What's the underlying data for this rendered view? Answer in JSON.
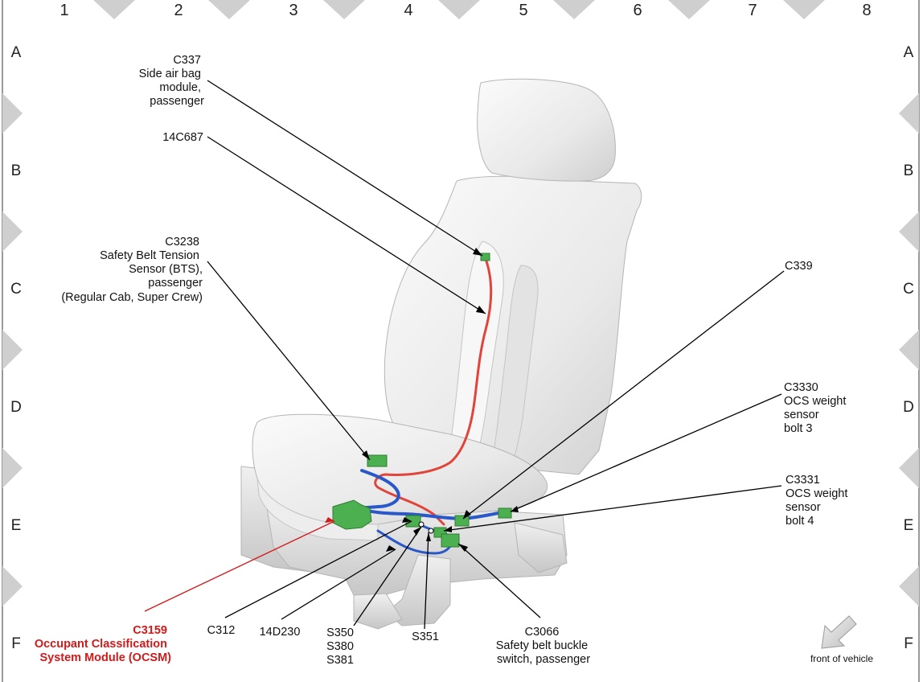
{
  "grid": {
    "columns": [
      "1",
      "2",
      "3",
      "4",
      "5",
      "6",
      "7",
      "8"
    ],
    "rows": [
      "A",
      "B",
      "C",
      "D",
      "E",
      "F"
    ]
  },
  "labels": {
    "c337": [
      "C337",
      "Side air bag",
      "module,",
      "passenger"
    ],
    "c14c687": [
      "14C687"
    ],
    "c3238": [
      "C3238",
      "Safety Belt Tension",
      "Sensor (BTS),",
      "passenger",
      "(Regular Cab, Super Crew)"
    ],
    "c339": [
      "C339"
    ],
    "c3330": [
      "C3330",
      "OCS weight",
      "sensor",
      "bolt 3"
    ],
    "c3331": [
      "C3331",
      "OCS weight",
      "sensor",
      "bolt 4"
    ],
    "c3159": [
      "C3159",
      "Occupant Classification",
      "System Module (OCSM)"
    ],
    "c312": [
      "C312"
    ],
    "c14d230": [
      "14D230"
    ],
    "splices": [
      "S350",
      "S380",
      "S381"
    ],
    "s351": [
      "S351"
    ],
    "c3066": [
      "C3066",
      "Safety belt buckle",
      "switch, passenger"
    ]
  },
  "orientation": {
    "label": "front of vehicle",
    "icon": "arrow-icon"
  },
  "colors": {
    "highlight": "#d11a1a",
    "harness_red": "#e0443a",
    "harness_blue": "#2a58c9",
    "connector_green": "#4caf50",
    "border_triangle": "#cfcfcf"
  }
}
